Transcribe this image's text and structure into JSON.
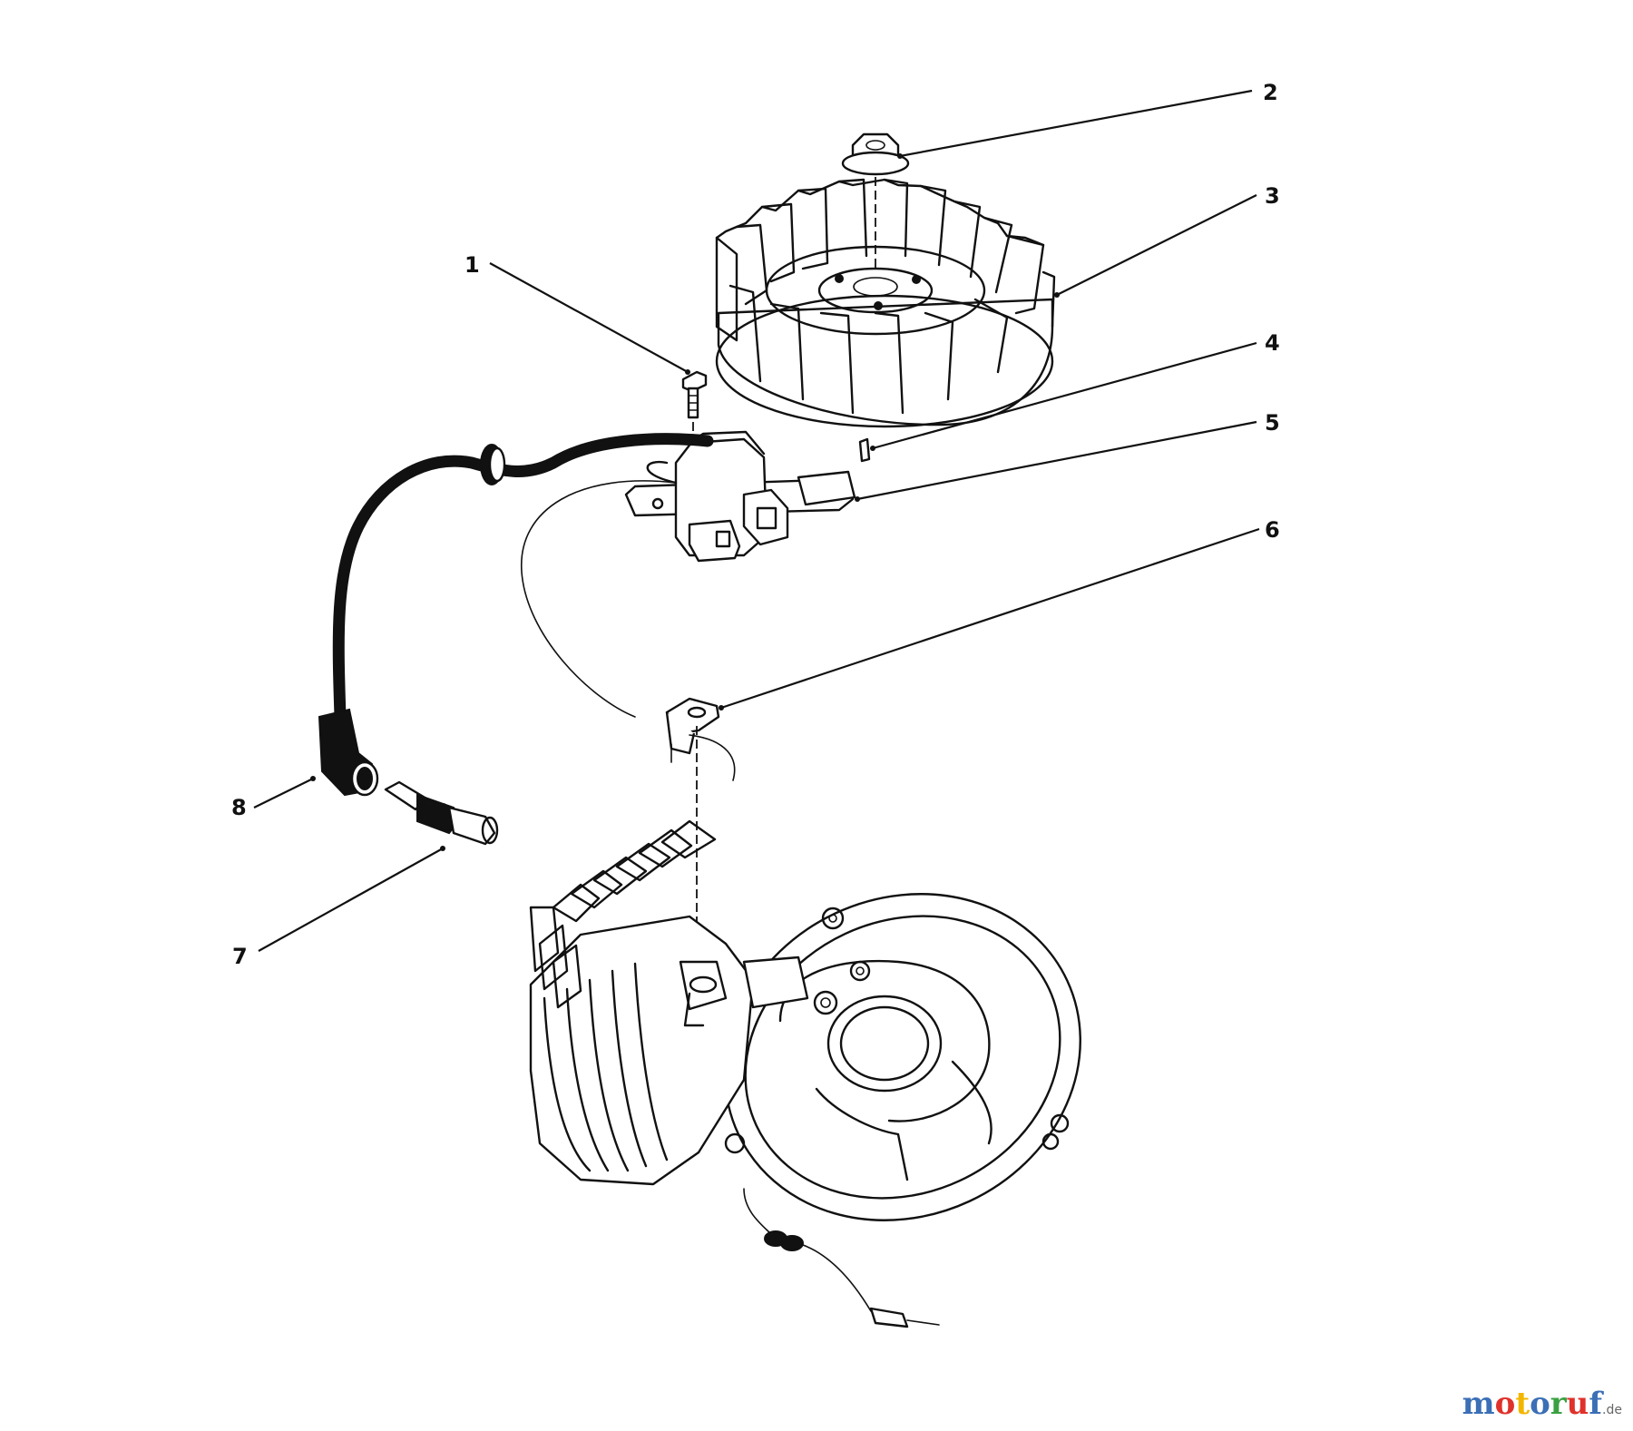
{
  "diagram": {
    "callouts": [
      {
        "id": "1",
        "label": "1"
      },
      {
        "id": "2",
        "label": "2"
      },
      {
        "id": "3",
        "label": "3"
      },
      {
        "id": "4",
        "label": "4"
      },
      {
        "id": "5",
        "label": "5"
      },
      {
        "id": "6",
        "label": "6"
      },
      {
        "id": "7",
        "label": "7"
      },
      {
        "id": "8",
        "label": "8"
      }
    ]
  },
  "watermark": {
    "text": "motoruf",
    "suffix": ".de",
    "letter_colors": [
      "#3b6fb6",
      "#e0312b",
      "#f2b600",
      "#3b6fb6",
      "#3aa042",
      "#e0312b",
      "#3b6fb6"
    ]
  }
}
